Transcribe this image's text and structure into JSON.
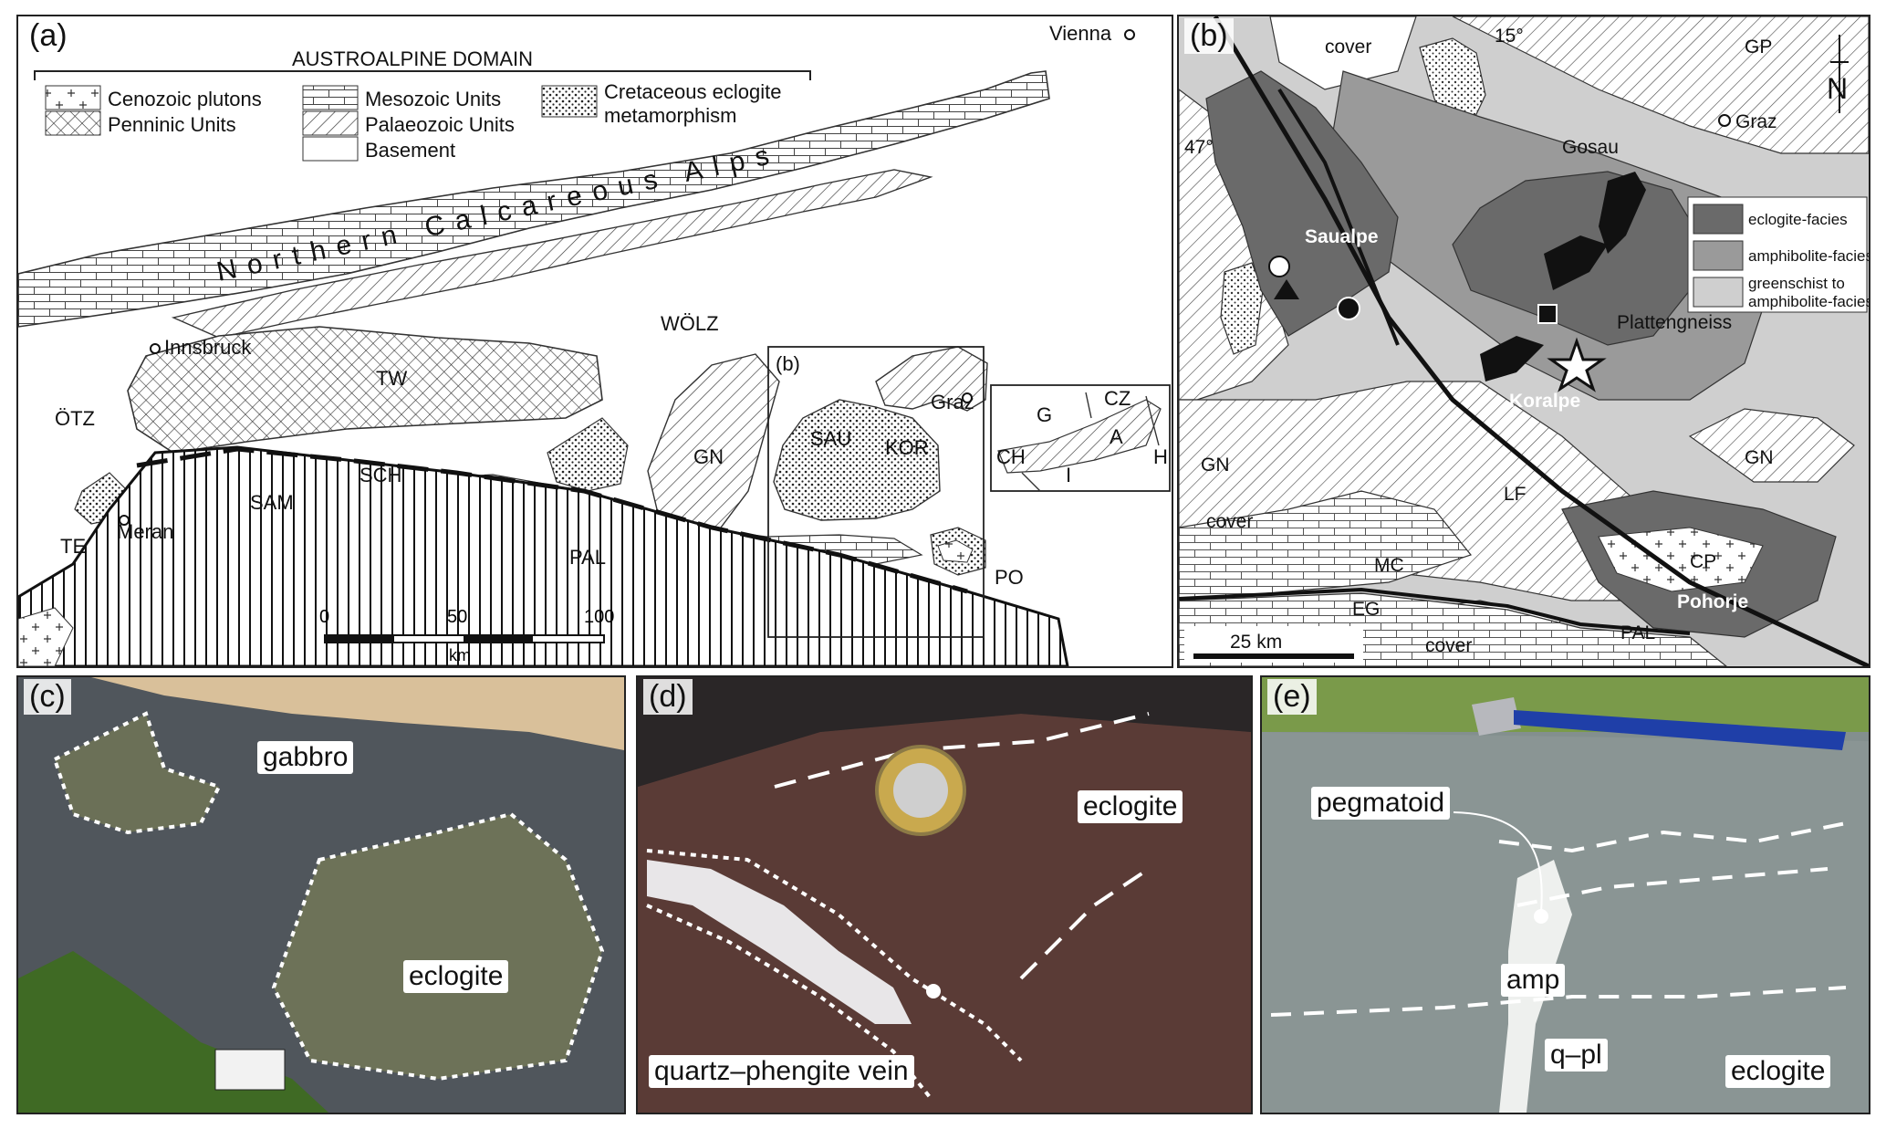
{
  "panel_labels": {
    "a": "(a)",
    "b": "(b)",
    "c": "(c)",
    "d": "(d)",
    "e": "(e)"
  },
  "map_a": {
    "domain_title": "AUSTROALPINE DOMAIN",
    "legend": {
      "cenozoic": "Cenozoic plutons",
      "penninic": "Penninic Units",
      "mesozoic": "Mesozoic Units",
      "palaeozoic": "Palaeozoic Units",
      "basement": "Basement",
      "eclogite_line1": "Cretaceous eclogite",
      "eclogite_line2": "metamorphism"
    },
    "nca": "Northern Calcareous Alps",
    "cities": {
      "vienna": "Vienna",
      "innsbruck": "Innsbruck",
      "meran": "Meran",
      "graz": "Graz"
    },
    "units": {
      "otz": "ÖTZ",
      "tw": "TW",
      "wolz": "WÖLZ",
      "sam": "SAM",
      "sch": "SCH",
      "te": "TE",
      "pal": "PAL",
      "gn": "GN",
      "sau": "SAU",
      "kor": "KOR",
      "po": "PO",
      "inset_b": "(b)"
    },
    "inset": {
      "g": "G",
      "cz": "CZ",
      "ch": "CH",
      "a": "A",
      "h": "H",
      "i": "I"
    },
    "scale": {
      "t0": "0",
      "t50": "50",
      "t100": "100",
      "unit": "km"
    }
  },
  "map_b": {
    "labels": {
      "cover1": "cover",
      "cover2": "cover",
      "cover3": "cover",
      "gp": "GP",
      "deg15": "15°",
      "deg47": "47°",
      "graz": "Graz",
      "gosau": "Gosau",
      "saualpe": "Saualpe",
      "koralpe": "Koralpe",
      "plattengneiss": "Plattengneiss",
      "gn1": "GN",
      "gn2": "GN",
      "lf": "LF",
      "mc": "MC",
      "eg": "EG",
      "cp": "CP",
      "pohorje": "Pohorje",
      "pal": "PAL",
      "north": "N",
      "scale": "25 km"
    },
    "legend": {
      "eclogite": "eclogite-facies",
      "amphibolite": "amphibolite-facies",
      "greenschist1": "greenschist to",
      "greenschist2": "amphibolite-facies"
    },
    "colors": {
      "eclogite": "#6a6a6a",
      "amphibolite": "#9a9a9a",
      "greenschist": "#cfcfcf"
    }
  },
  "photo_c": {
    "gabbro": "gabbro",
    "eclogite": "eclogite"
  },
  "photo_d": {
    "eclogite": "eclogite",
    "vein": "quartz–phengite vein"
  },
  "photo_e": {
    "pegmatoid": "pegmatoid",
    "amp": "amp",
    "qpl": "q–pl",
    "eclogite": "eclogite"
  }
}
